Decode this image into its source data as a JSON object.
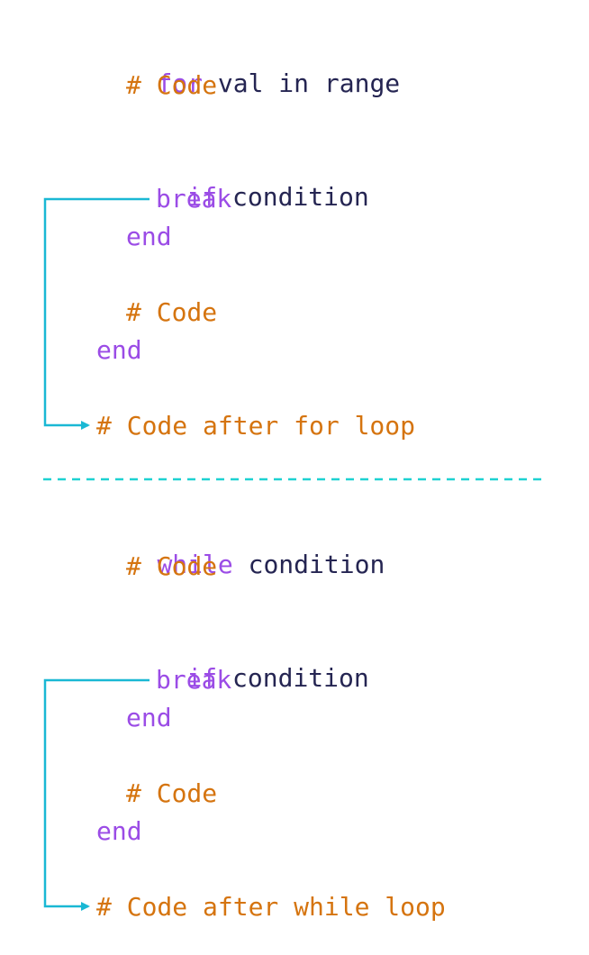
{
  "colors": {
    "keyword": "#9b4ce6",
    "identifier": "#252552",
    "comment": "#d5740f",
    "arrow": "#1ab8d4",
    "divider": "#1ed1d1"
  },
  "for_block": {
    "kw_for": "for",
    "expr": "val in range",
    "comment_1": "# Code",
    "kw_if": "if",
    "cond": "condition",
    "kw_break": "break",
    "kw_end_if": "end",
    "comment_2": "# Code",
    "kw_end": "end",
    "after": "# Code after for loop"
  },
  "while_block": {
    "kw_while": "while",
    "cond": "condition",
    "comment_1": "# Code",
    "kw_if": "if",
    "if_cond": "condition",
    "kw_break": "break",
    "kw_end_if": "end",
    "comment_2": "# Code",
    "kw_end": "end",
    "after": "# Code after while loop"
  }
}
